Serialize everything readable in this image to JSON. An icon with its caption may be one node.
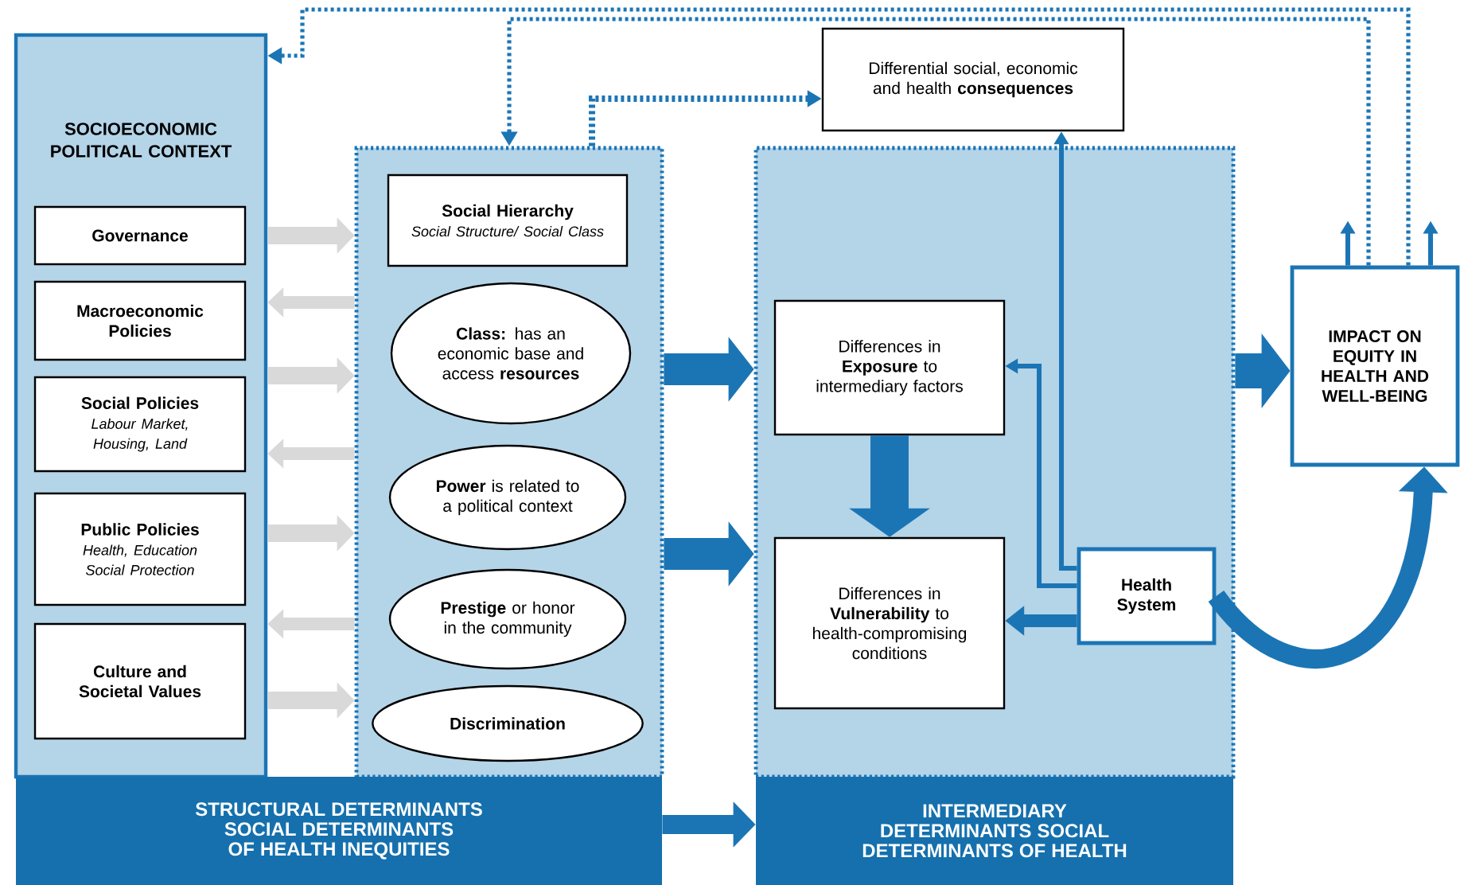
{
  "diagram": {
    "nodes": [
      {
        "text": [
          "SOCIOECONOMIC POLITICAL CONTEXT"
        ]
      },
      {
        "text": [
          "Governance"
        ],
        "in": 0
      },
      {
        "text": [
          "Macroeconomic Policies"
        ],
        "in": 0
      },
      {
        "text": [
          "Social Policies",
          "Labour Market, Housing, Land"
        ],
        "in": 0
      },
      {
        "text": [
          "Public Policies",
          "Health, Education Social Protection"
        ],
        "in": 0
      },
      {
        "text": [
          "Culture and Societal Values"
        ],
        "in": 0
      },
      {
        "text": [],
        "shape": "box"
      },
      {
        "text": [
          "Social Hierarchy",
          "Social Structure/ Social Class"
        ],
        "in": 6
      },
      {
        "text": [
          "**Class:** has an economic base and access **resources**"
        ],
        "in": 6
      },
      {
        "text": [
          "**Power** is related to a political context"
        ],
        "in": 6
      },
      {
        "text": [
          "**Prestige** or honor in the community"
        ],
        "in": 6
      },
      {
        "text": [
          "Discrimination"
        ],
        "in": 6
      },
      {
        "text": [
          "Differential social, economic and health **consequences**"
        ]
      },
      {
        "text": [],
        "shape": "box"
      },
      {
        "text": [
          "Differences in **Exposure** to intermediary factors"
        ],
        "in": 13
      },
      {
        "text": [
          "Differences in **Vulnerability** to health-compromising conditions"
        ],
        "in": 13
      },
      {
        "text": [
          "Health System"
        ],
        "in": 13
      },
      {
        "text": [
          "IMPACT ON EQUITY IN HEALTH AND WELL-BEING"
        ]
      },
      {
        "text": [
          "STRUCTURAL DETERMINANTS SOCIAL DETERMINANTS OF HEALTH INEQUITIES"
        ]
      },
      {
        "text": [
          "INTERMEDIARY DETERMINANTS SOCIAL DETERMINANTS OF HEALTH"
        ]
      }
    ],
    "edges": [
      {
        "from": 0,
        "to": 6,
        "arrow": "to",
        "color": "#d9d9d9"
      },
      {
        "from": 6,
        "to": 0,
        "arrow": "to",
        "color": "#d9d9d9"
      },
      {
        "from": 0,
        "to": 6,
        "arrow": "to",
        "color": "#d9d9d9"
      },
      {
        "from": 6,
        "to": 0,
        "arrow": "to",
        "color": "#d9d9d9"
      },
      {
        "from": 0,
        "to": 6,
        "arrow": "to",
        "color": "#d9d9d9"
      },
      {
        "from": 6,
        "to": 0,
        "arrow": "to",
        "color": "#d9d9d9"
      },
      {
        "from": 0,
        "to": 6,
        "arrow": "to",
        "color": "#d9d9d9"
      },
      {
        "from": 6,
        "to": 13,
        "arrow": "to",
        "style": "thick"
      },
      {
        "from": 6,
        "to": 13,
        "arrow": "to",
        "style": "thick"
      },
      {
        "from": 18,
        "to": 19,
        "arrow": "to"
      },
      {
        "from": 14,
        "to": 15,
        "arrow": "to",
        "style": "thick"
      },
      {
        "from": 13,
        "to": 17,
        "arrow": "to",
        "style": "thick"
      },
      {
        "from": 16,
        "to": 15,
        "arrow": "to"
      },
      {
        "from": 16,
        "to": 14,
        "arrow": "to"
      },
      {
        "from": 16,
        "to": 12,
        "arrow": "to"
      },
      {
        "from": 16,
        "to": 17,
        "arrow": "to"
      },
      {
        "from": 17,
        "to": 0,
        "arrow": "to",
        "style": "dashed"
      },
      {
        "from": 17,
        "to": 6,
        "arrow": "to",
        "style": "dashed"
      },
      {
        "from": 6,
        "to": 12,
        "arrow": "to",
        "style": "dashed"
      },
      {
        "from": 17,
        "to": null,
        "arrow": "to"
      },
      {
        "from": 17,
        "to": null,
        "arrow": "to"
      }
    ]
  }
}
